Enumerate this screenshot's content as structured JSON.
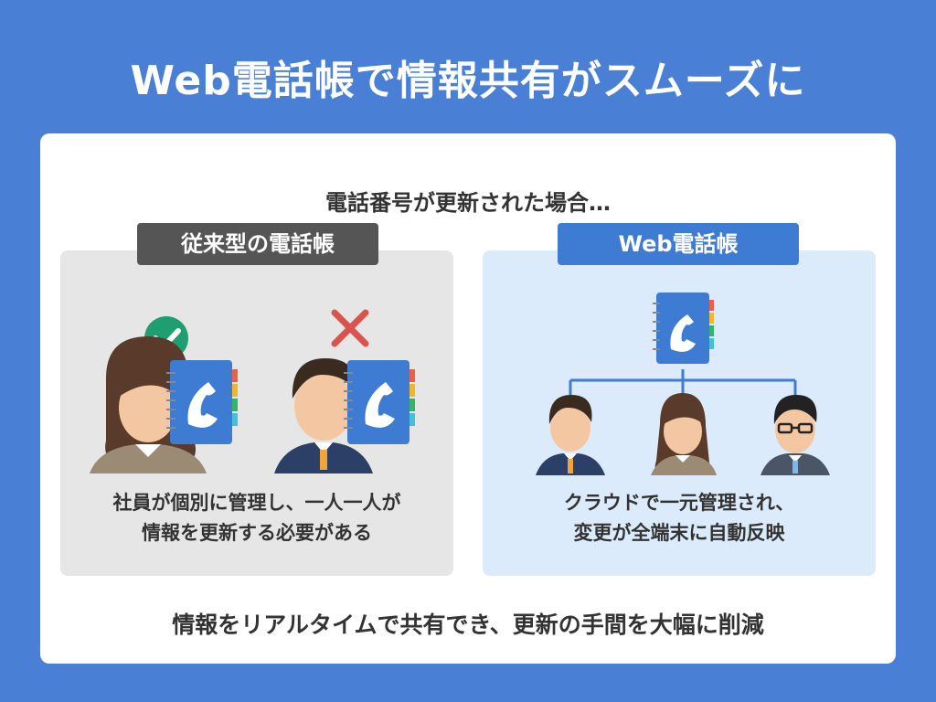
{
  "title": "Web電話帳で情報共有がスムーズに",
  "subtitle": "電話番号が更新された場合…",
  "left_panel": {
    "label": "従来型の電話帳",
    "description_line1": "社員が個別に管理し、一人一人が",
    "description_line2": "情報を更新する必要がある"
  },
  "right_panel": {
    "label": "Web電話帳",
    "description_line1": "クラウドで一元管理され、",
    "description_line2": "変更が全端末に自動反映"
  },
  "bottom_text": "情報をリアルタイムで共有でき、更新の手間を大幅に削減",
  "colors": {
    "background": "#4a7fd6",
    "phonebook": "#3e7bd3",
    "check": "#1f9e72",
    "cross": "#d9534f"
  }
}
